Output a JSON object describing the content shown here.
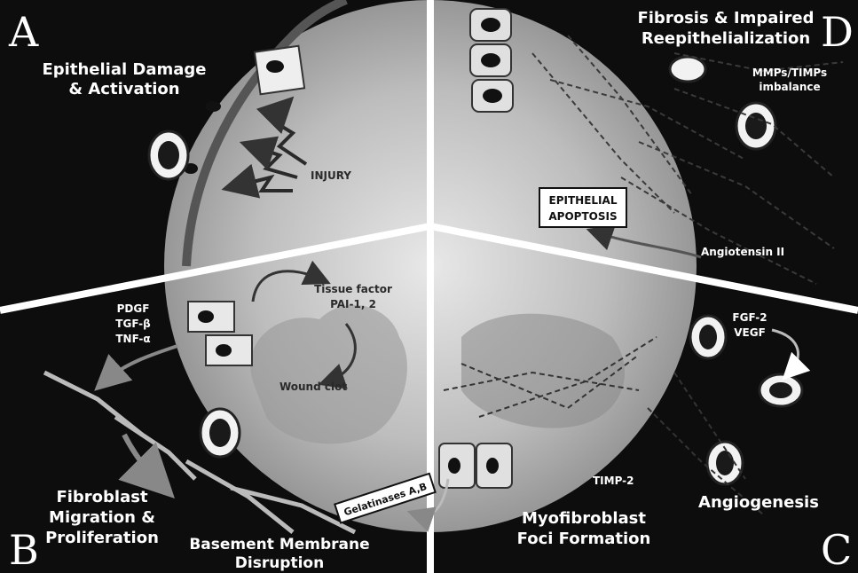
{
  "panels": {
    "A": {
      "letter": "A",
      "title_line1": "Epithelial Damage",
      "title_line2": "& Activation",
      "injury_label": "INJURY"
    },
    "B": {
      "letter": "B",
      "growth_factors": [
        "PDGF",
        "TGF-β",
        "TNF-α"
      ],
      "tissue_factor_line1": "Tissue factor",
      "tissue_factor_line2": "PAI-1, 2",
      "wound_clot": "Wound clot",
      "fibroblast_line1": "Fibroblast",
      "fibroblast_line2": "Migration &",
      "fibroblast_line3": "Proliferation",
      "basement_line1": "Basement Membrane",
      "basement_line2": "Disruption",
      "gelatinases": "Gelatinases A,B"
    },
    "C": {
      "letter": "C",
      "fgf_line1": "FGF-2",
      "fgf_line2": "VEGF",
      "timp": "TIMP-2",
      "angiogenesis": "Angiogenesis",
      "myofibroblast_line1": "Myofibroblast",
      "myofibroblast_line2": "Foci Formation"
    },
    "D": {
      "letter": "D",
      "title_line1": "Fibrosis & Impaired",
      "title_line2": "Reepithelialization",
      "mmps_line1": "MMPs/TIMPs",
      "mmps_line2": "imbalance",
      "apoptosis_line1": "EPITHELIAL",
      "apoptosis_line2": "APOPTOSIS",
      "angiotensin": "Angiotensin II"
    }
  },
  "colors": {
    "background": "#0d0d0d",
    "divider": "#ffffff",
    "circle_light": "#d9d9d9",
    "circle_dark": "#8a8a8a",
    "text": "#ffffff"
  }
}
